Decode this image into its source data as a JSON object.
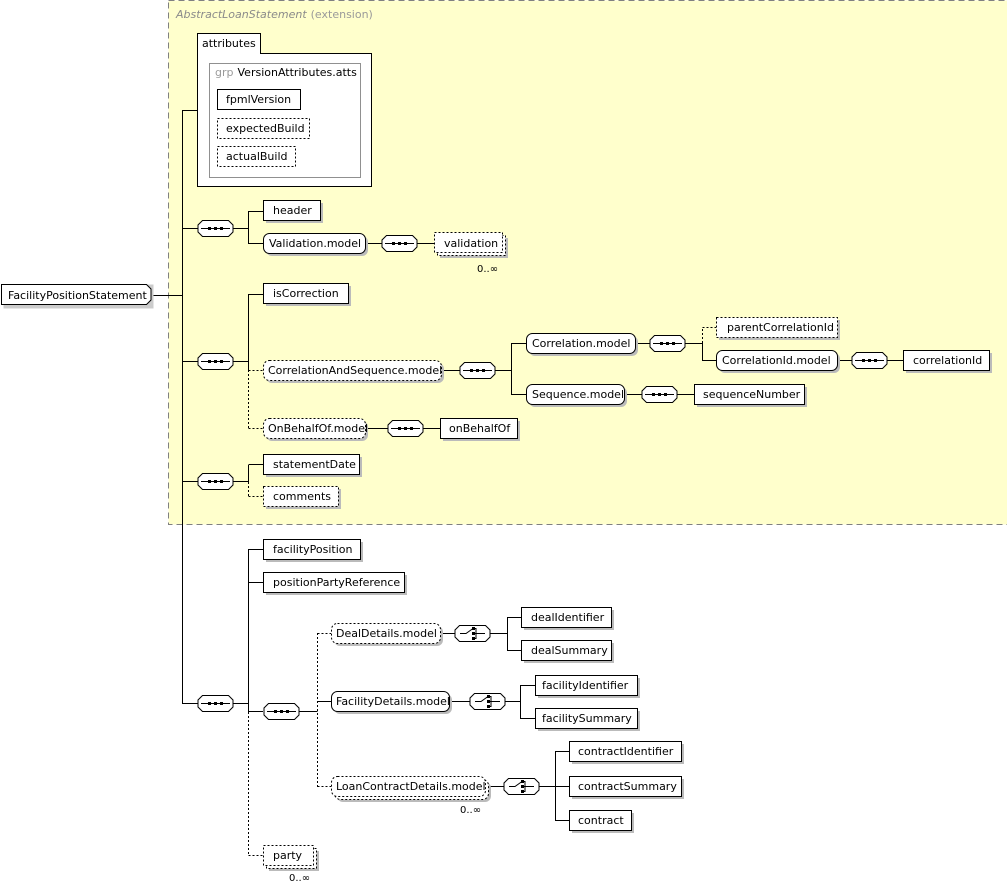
{
  "extension": {
    "base_type": "AbstractLoanStatement",
    "suffix": "(extension)",
    "attributes_tab": "attributes",
    "attribute_group": {
      "prefix": "grp",
      "name": "VersionAttributes.atts",
      "items": [
        "fpmlVersion",
        "expectedBuild",
        "actualBuild"
      ]
    }
  },
  "root": {
    "label": "FacilityPositionStatement"
  },
  "elements": {
    "header": "header",
    "validation_model": "Validation.model",
    "validation": "validation",
    "validation_occurs": "0..∞",
    "is_correction": "isCorrection",
    "correlation_and_sequence_model": "CorrelationAndSequence.model",
    "correlation_model": "Correlation.model",
    "parent_correlation_id": "parentCorrelationId",
    "correlation_id_model": "CorrelationId.model",
    "correlation_id": "correlationId",
    "sequence_model": "Sequence.model",
    "sequence_number": "sequenceNumber",
    "on_behalf_of_model": "OnBehalfOf.model",
    "on_behalf_of": "onBehalfOf",
    "statement_date": "statementDate",
    "comments": "comments",
    "facility_position": "facilityPosition",
    "position_party_reference": "positionPartyReference",
    "deal_details_model": "DealDetails.model",
    "deal_identifier": "dealIdentifier",
    "deal_summary": "dealSummary",
    "facility_details_model": "FacilityDetails.model",
    "facility_identifier": "facilityIdentifier",
    "facility_summary": "facilitySummary",
    "loan_contract_details_model": "LoanContractDetails.model",
    "loan_contract_occurs": "0..∞",
    "contract_identifier": "contractIdentifier",
    "contract_summary": "contractSummary",
    "contract": "contract",
    "party": "party",
    "party_occurs": "0..∞"
  },
  "colors": {
    "extension_fill": "#ffffcc",
    "dash_border": "#808080",
    "line": "#000000"
  }
}
